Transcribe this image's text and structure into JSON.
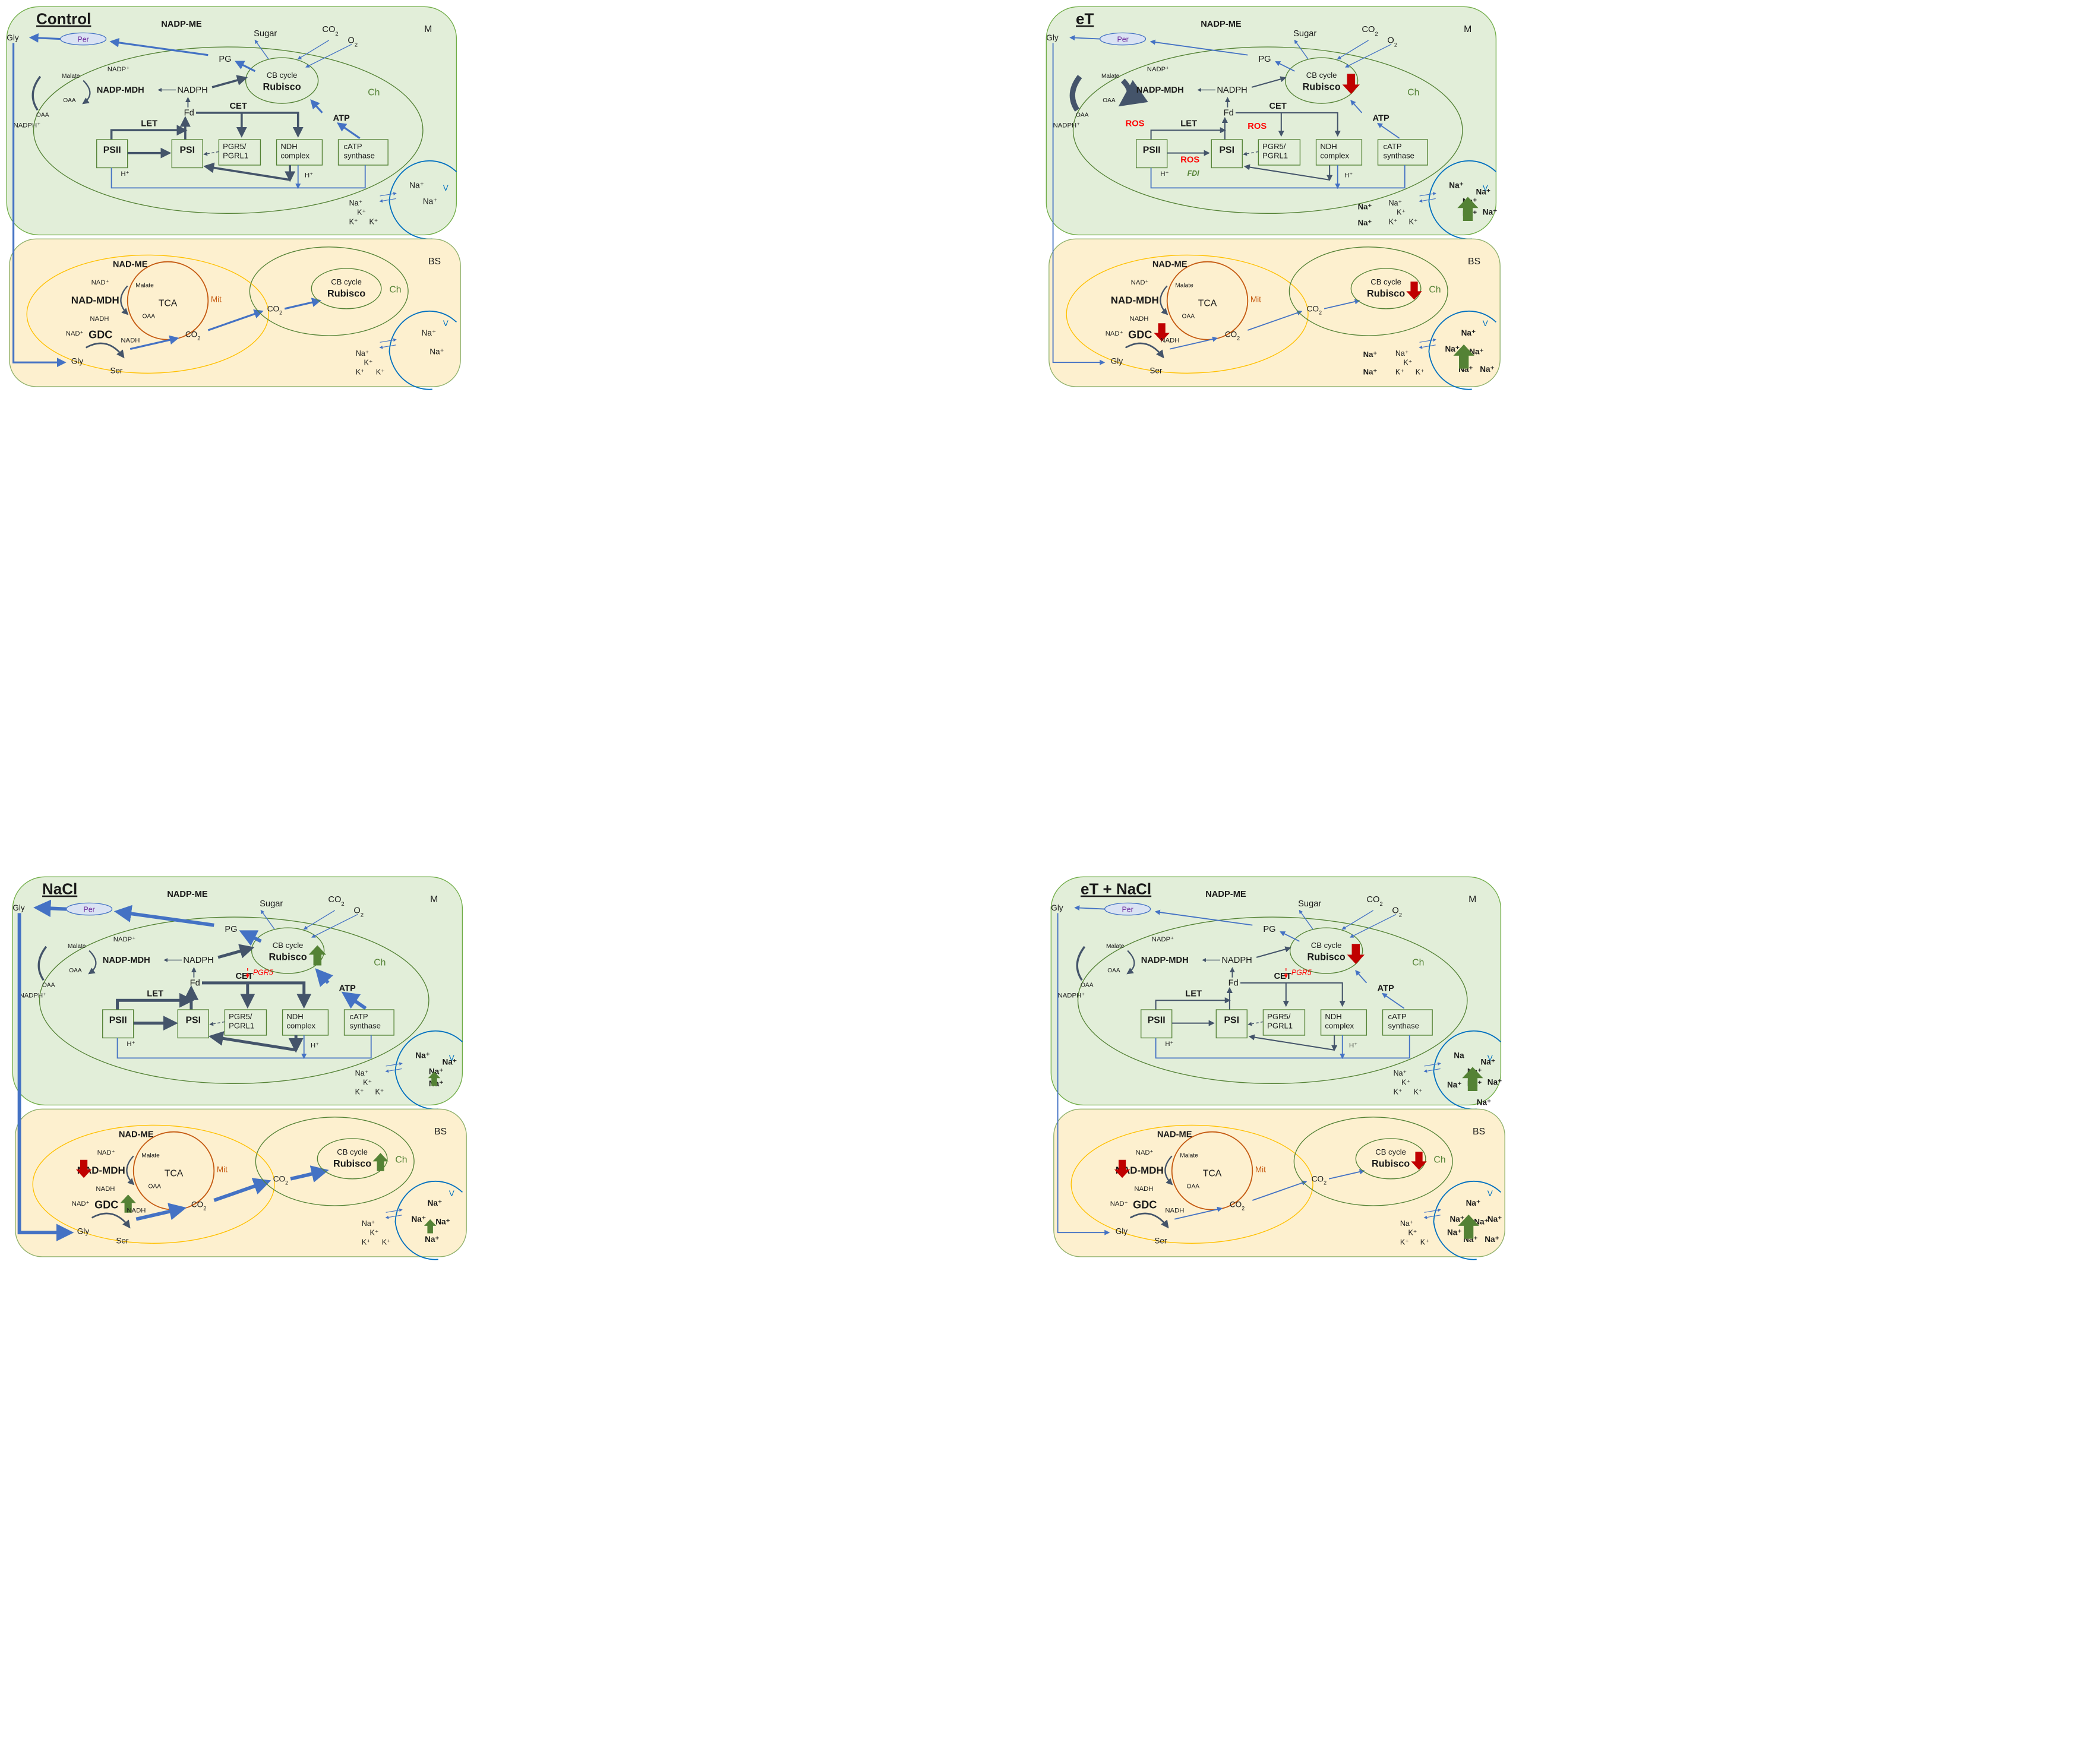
{
  "colors": {
    "m_fill": "#e2eed9",
    "m_stroke": "#70ad47",
    "bs_fill": "#fdf0cf",
    "bs_stroke": "#8fb06a",
    "chloroplast": "#548235",
    "mito_outer": "#ffc000",
    "mito_inner": "#c55a11",
    "flux_blue": "#4472c4",
    "dark_arrow": "#44546a",
    "vacuole": "#0070c0",
    "up_arrow": "#548235",
    "down_arrow": "#c00000",
    "ros_red": "#ff0000",
    "per_fill": "#dae3f3",
    "per_text": "#7030a0",
    "mit_text": "#c55a11"
  },
  "panels": [
    {
      "id": "control",
      "title": "Control",
      "title_underline": true,
      "m": {
        "label": "M",
        "nadp_me": "NADP-ME",
        "ch": "Ch",
        "gly": "Gly",
        "per": "Per",
        "pg": "PG",
        "sugar": "Sugar",
        "co2_base": "CO",
        "co2_sub": "2",
        "o2_base": "O",
        "o2_sub": "2",
        "cb_cycle": "CB cycle",
        "rubisco": "Rubisco",
        "rubisco_mark": "",
        "malate": "Malate",
        "oaa": "OAA",
        "nadp_plus": "NADP⁺",
        "nadph_plus": "NADPH⁺",
        "nadp_mdh": "NADP-MDH",
        "nadph": "NADPH",
        "fd": "Fd",
        "cet": "CET",
        "let": "LET",
        "atp": "ATP",
        "psii": "PSII",
        "psi": "PSI",
        "pgr5_l1": "PGR5/",
        "pgr5_l2": "PGRL1",
        "pgr5_flag": "",
        "ndh_l1": "NDH",
        "ndh_l2": "complex",
        "catp_l1": "cATP",
        "catp_l2": "synthase",
        "h_plus": "H⁺",
        "ros": [],
        "fdi": "",
        "vac_label": "V",
        "vac_na": [
          "Na⁺",
          "Na⁺"
        ],
        "vac_na_bold": false,
        "vac_mark": "",
        "cyto_ions": [
          "Na⁺",
          "K⁺",
          "K⁺",
          "K⁺"
        ],
        "cyto_extra_na": []
      },
      "bs": {
        "label": "BS",
        "nad_me": "NAD-ME",
        "mit": "Mit",
        "tca": "TCA",
        "ch": "Ch",
        "nad_plus": "NAD⁺",
        "nad_mdh": "NAD-MDH",
        "nadh": "NADH",
        "malate": "Malate",
        "oaa": "OAA",
        "gdc": "GDC",
        "gdc_mark": "",
        "mdh_mark": "",
        "gly": "Gly",
        "ser": "Ser",
        "co2_base": "CO",
        "co2_sub": "2",
        "cb_cycle": "CB cycle",
        "rubisco": "Rubisco",
        "rubisco_mark": "",
        "vac_label": "V",
        "vac_na": [
          "Na⁺",
          "Na⁺"
        ],
        "vac_na_bold": false,
        "vac_mark": "",
        "cyto_ions": [
          "Na⁺",
          "K⁺",
          "K⁺",
          "K⁺"
        ],
        "cyto_extra_na": []
      }
    },
    {
      "id": "et",
      "title": "eT",
      "title_underline": true,
      "m": {
        "label": "M",
        "nadp_me": "NADP-ME",
        "ch": "Ch",
        "gly": "Gly",
        "per": "Per",
        "pg": "PG",
        "sugar": "Sugar",
        "co2_base": "CO",
        "co2_sub": "2",
        "o2_base": "O",
        "o2_sub": "2",
        "cb_cycle": "CB cycle",
        "rubisco": "Rubisco",
        "rubisco_mark": "down",
        "malate": "Malate",
        "oaa": "OAA",
        "nadp_plus": "NADP⁺",
        "nadph_plus": "NADPH⁺",
        "nadp_mdh": "NADP-MDH",
        "nadph": "NADPH",
        "fd": "Fd",
        "cet": "CET",
        "let": "LET",
        "atp": "ATP",
        "psii": "PSII",
        "psi": "PSI",
        "pgr5_l1": "PGR5/",
        "pgr5_l2": "PGRL1",
        "pgr5_flag": "",
        "ndh_l1": "NDH",
        "ndh_l2": "complex",
        "catp_l1": "cATP",
        "catp_l2": "synthase",
        "h_plus": "H⁺",
        "ros": [
          "ROS",
          "ROS",
          "ROS"
        ],
        "fdi": "FDI",
        "vac_label": "V",
        "vac_na": [
          "Na⁺",
          "Na⁺",
          "Na⁺",
          "Na⁺",
          "Na⁺"
        ],
        "vac_na_bold": true,
        "vac_mark": "up",
        "cyto_ions": [
          "Na⁺",
          "K⁺",
          "K⁺",
          "K⁺"
        ],
        "cyto_extra_na": [
          "Na⁺",
          "Na⁺"
        ]
      },
      "bs": {
        "label": "BS",
        "nad_me": "NAD-ME",
        "mit": "Mit",
        "tca": "TCA",
        "ch": "Ch",
        "nad_plus": "NAD⁺",
        "nad_mdh": "NAD-MDH",
        "nadh": "NADH",
        "malate": "Malate",
        "oaa": "OAA",
        "gdc": "GDC",
        "gdc_mark": "down",
        "mdh_mark": "",
        "gly": "Gly",
        "ser": "Ser",
        "co2_base": "CO",
        "co2_sub": "2",
        "cb_cycle": "CB cycle",
        "rubisco": "Rubisco",
        "rubisco_mark": "down",
        "vac_label": "V",
        "vac_na": [
          "Na⁺",
          "Na⁺",
          "Na⁺",
          "Na⁺",
          "Na⁺"
        ],
        "vac_na_bold": true,
        "vac_mark": "up",
        "cyto_ions": [
          "Na⁺",
          "K⁺",
          "K⁺",
          "K⁺"
        ],
        "cyto_extra_na": [
          "Na⁺",
          "Na⁺"
        ]
      }
    },
    {
      "id": "nacl",
      "title": "NaCl",
      "title_underline": true,
      "m": {
        "label": "M",
        "nadp_me": "NADP-ME",
        "ch": "Ch",
        "gly": "Gly",
        "per": "Per",
        "pg": "PG",
        "sugar": "Sugar",
        "co2_base": "CO",
        "co2_sub": "2",
        "o2_base": "O",
        "o2_sub": "2",
        "cb_cycle": "CB cycle",
        "rubisco": "Rubisco",
        "rubisco_mark": "up",
        "malate": "Malate",
        "oaa": "OAA",
        "nadp_plus": "NADP⁺",
        "nadph_plus": "NADPH⁺",
        "nadp_mdh": "NADP-MDH",
        "nadph": "NADPH",
        "fd": "Fd",
        "cet": "CET",
        "let": "LET",
        "atp": "ATP",
        "psii": "PSII",
        "psi": "PSI",
        "pgr5_l1": "PGR5/",
        "pgr5_l2": "PGRL1",
        "pgr5_flag": "PGR5",
        "ndh_l1": "NDH",
        "ndh_l2": "complex",
        "catp_l1": "cATP",
        "catp_l2": "synthase",
        "h_plus": "H⁺",
        "ros": [],
        "fdi": "",
        "vac_label": "V",
        "vac_na": [
          "Na⁺",
          "Na⁺",
          "Na⁺",
          "Na⁺"
        ],
        "vac_na_bold": true,
        "vac_mark": "up-small",
        "cyto_ions": [
          "Na⁺",
          "K⁺",
          "K⁺",
          "K⁺"
        ],
        "cyto_extra_na": []
      },
      "bs": {
        "label": "BS",
        "nad_me": "NAD-ME",
        "mit": "Mit",
        "tca": "TCA",
        "ch": "Ch",
        "nad_plus": "NAD⁺",
        "nad_mdh": "NAD-MDH",
        "nadh": "NADH",
        "malate": "Malate",
        "oaa": "OAA",
        "gdc": "GDC",
        "gdc_mark": "up",
        "mdh_mark": "down",
        "gly": "Gly",
        "ser": "Ser",
        "co2_base": "CO",
        "co2_sub": "2",
        "cb_cycle": "CB cycle",
        "rubisco": "Rubisco",
        "rubisco_mark": "up",
        "vac_label": "V",
        "vac_na": [
          "Na⁺",
          "Na⁺",
          "Na⁺",
          "Na⁺"
        ],
        "vac_na_bold": true,
        "vac_mark": "up-small",
        "cyto_ions": [
          "Na⁺",
          "K⁺",
          "K⁺",
          "K⁺"
        ],
        "cyto_extra_na": []
      }
    },
    {
      "id": "etnacl",
      "title": "eT + NaCl",
      "title_underline": true,
      "m": {
        "label": "M",
        "nadp_me": "NADP-ME",
        "ch": "Ch",
        "gly": "Gly",
        "per": "Per",
        "pg": "PG",
        "sugar": "Sugar",
        "co2_base": "CO",
        "co2_sub": "2",
        "o2_base": "O",
        "o2_sub": "2",
        "cb_cycle": "CB cycle",
        "rubisco": "Rubisco",
        "rubisco_mark": "down",
        "malate": "Malate",
        "oaa": "OAA",
        "nadp_plus": "NADP⁺",
        "nadph_plus": "NADPH⁺",
        "nadp_mdh": "NADP-MDH",
        "nadph": "NADPH",
        "fd": "Fd",
        "cet": "CET",
        "let": "LET",
        "atp": "ATP",
        "psii": "PSII",
        "psi": "PSI",
        "pgr5_l1": "PGR5/",
        "pgr5_l2": "PGRL1",
        "pgr5_flag": "PGR5",
        "ndh_l1": "NDH",
        "ndh_l2": "complex",
        "catp_l1": "cATP",
        "catp_l2": "synthase",
        "h_plus": "H⁺",
        "ros": [],
        "fdi": "",
        "vac_label": "V",
        "vac_na": [
          "Na",
          "Na⁺",
          "Na⁺",
          "Na⁺",
          "Na⁺",
          "Na⁺",
          "Na⁺"
        ],
        "vac_na_bold": true,
        "vac_mark": "up",
        "cyto_ions": [
          "Na⁺",
          "K⁺",
          "K⁺",
          "K⁺"
        ],
        "cyto_extra_na": []
      },
      "bs": {
        "label": "BS",
        "nad_me": "NAD-ME",
        "mit": "Mit",
        "tca": "TCA",
        "ch": "Ch",
        "nad_plus": "NAD⁺",
        "nad_mdh": "NAD-MDH",
        "nadh": "NADH",
        "malate": "Malate",
        "oaa": "OAA",
        "gdc": "GDC",
        "gdc_mark": "",
        "mdh_mark": "down",
        "gly": "Gly",
        "ser": "Ser",
        "co2_base": "CO",
        "co2_sub": "2",
        "cb_cycle": "CB cycle",
        "rubisco": "Rubisco",
        "rubisco_mark": "down",
        "vac_label": "V",
        "vac_na": [
          "Na⁺",
          "Na⁺",
          "Na⁺",
          "Na⁺",
          "Na⁺",
          "Na⁺",
          "Na⁺"
        ],
        "vac_na_bold": true,
        "vac_mark": "up",
        "cyto_ions": [
          "Na⁺",
          "K⁺",
          "K⁺",
          "K⁺"
        ],
        "cyto_extra_na": []
      }
    }
  ]
}
